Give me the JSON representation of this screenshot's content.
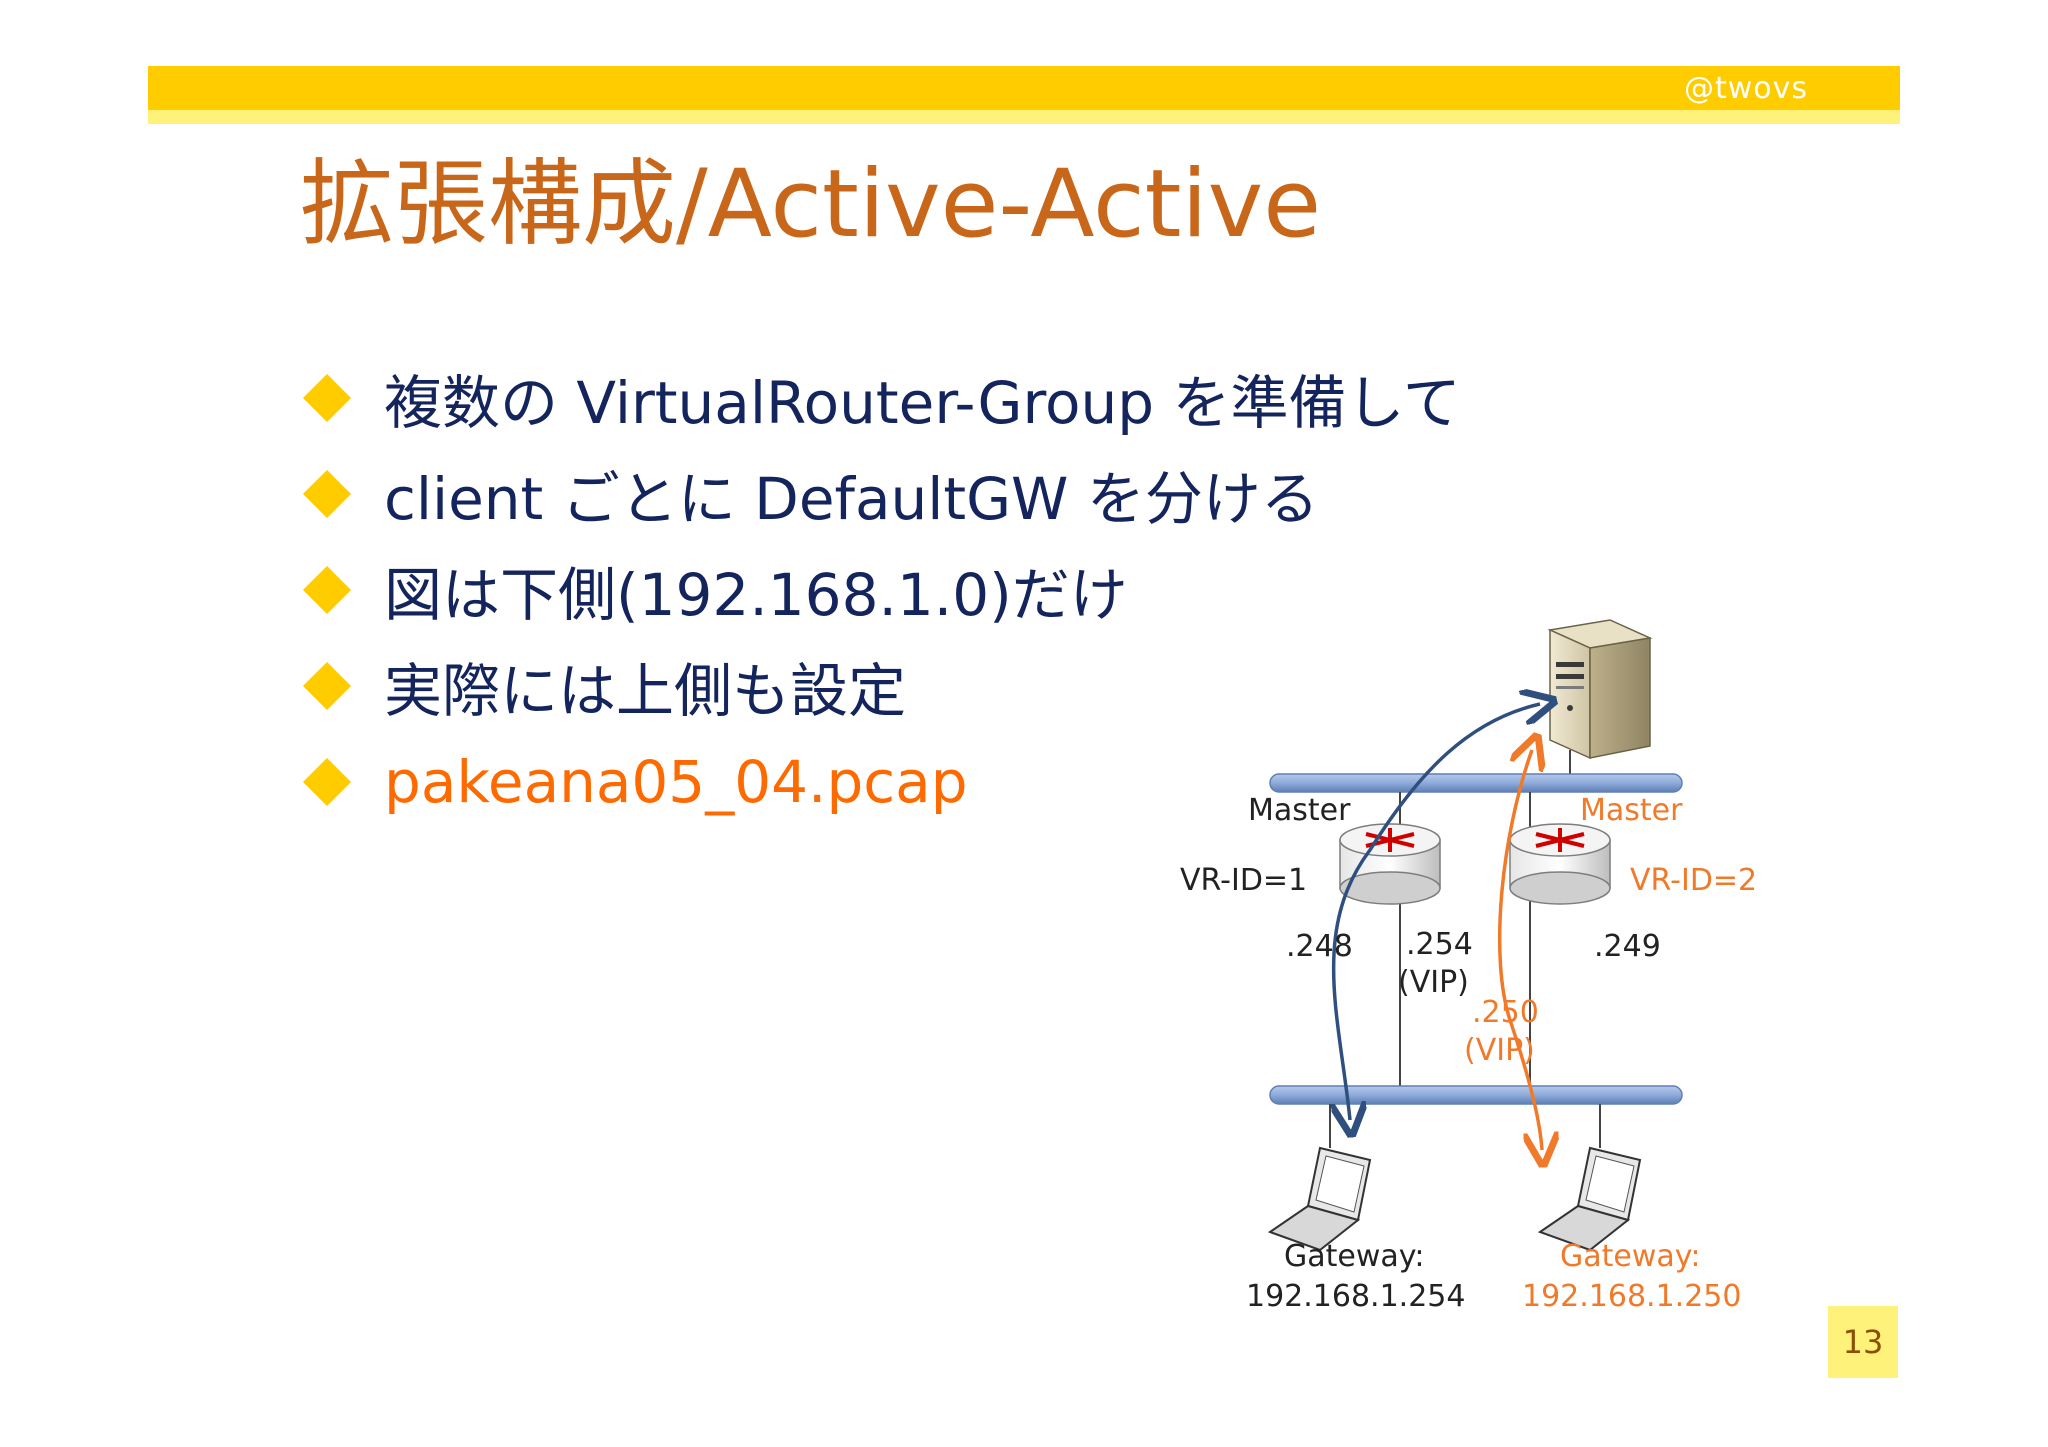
{
  "header": {
    "author": "@twovs",
    "bar_color": "#ffcc00"
  },
  "title": "拡張構成/Active-Active",
  "bullets": [
    "複数の VirtualRouter-Group を準備して",
    "client ごとに DefaultGW を分ける",
    "図は下側(192.168.1.0)だけ",
    "実際には上側も設定",
    "pakeana05_04.pcap"
  ],
  "diagram": {
    "left_router": {
      "role": "Master",
      "vrid": "VR-ID=1",
      "ip": ".248",
      "vip": ".254",
      "vip_label": "(VIP)"
    },
    "right_router": {
      "role": "Master",
      "vrid": "VR-ID=2",
      "ip": ".249",
      "vip": ".250",
      "vip_label": "(VIP)"
    },
    "left_client": {
      "gateway_label": "Gateway:",
      "gateway_ip": "192.168.1.254"
    },
    "right_client": {
      "gateway_label": "Gateway:",
      "gateway_ip": "192.168.1.250"
    },
    "colors": {
      "blue_path": "#2f4f7f",
      "orange_path": "#f07a2a",
      "segment_bar": "#8eaadb"
    }
  },
  "page_number": "13"
}
